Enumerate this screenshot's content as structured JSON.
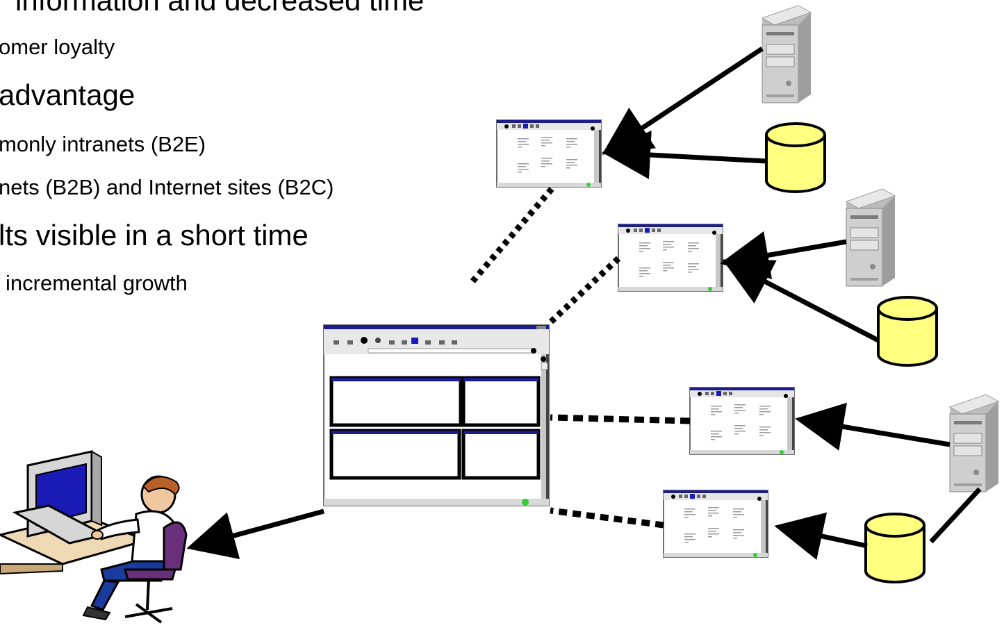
{
  "bullets": {
    "b1": "information and decreased time",
    "b2": "omer loyalty",
    "b3": "advantage",
    "b4": "monly intranets (B2E)",
    "b5": "nets (B2B) and Internet sites (B2C)",
    "b6": "lts visible in a short time",
    "b7": "incremental growth"
  },
  "colors": {
    "database_fill": "#ffff80",
    "window_titlebar": "#1c1c8c",
    "monitor_screen": "#1a1ab4",
    "server_body": "#cfcfcf",
    "status_light": "#33cc33"
  },
  "icons": {
    "servers": "server-tower-icon",
    "databases": "database-cylinder-icon",
    "user": "person-at-computer-clipart"
  }
}
